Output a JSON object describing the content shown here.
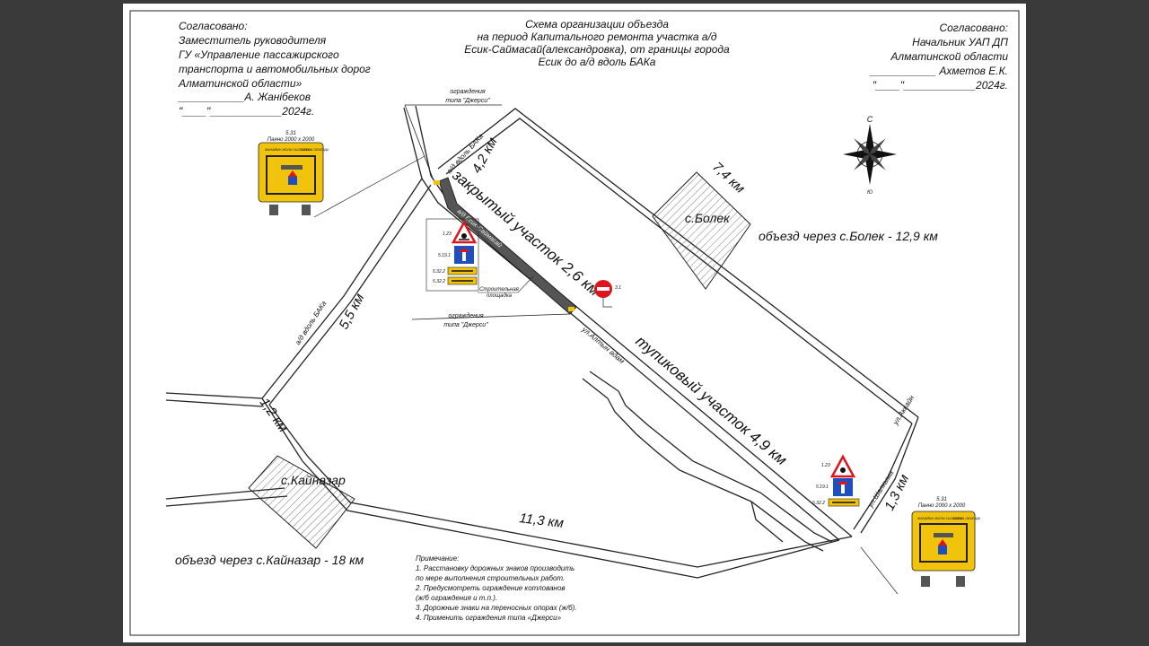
{
  "title": {
    "line1": "Схема организации объезда",
    "line2": "на период Капитального ремонта участка а/д",
    "line3": "Есик-Саймасай(александровка), от границы города",
    "line4": "Есик до а/д вдоль БАКа"
  },
  "approval_left": {
    "line1": "Согласовано:",
    "line2": "Заместитель руководителя",
    "line3": "ГУ «Управление пассажирского",
    "line4": "транспорта и автомобильных дорог",
    "line5": "Алматинской области»",
    "line6": "___________А. Жанібеков",
    "line7": "\"____\"____________2024г."
  },
  "approval_right": {
    "line1": "Согласовано:",
    "line2": "Начальник УАП ДП",
    "line3": "Алматинской области",
    "line4": "___________  Ахметов Е.К.",
    "line5": "\"____\"____________2024г."
  },
  "compass": {
    "north": "С",
    "south": "Ю"
  },
  "roads": {
    "bak_upper": "а/д вдоль БАКа",
    "bak_left": "а/д вдоль БАКа",
    "altyn_adam": "ул.Алтын адам",
    "akkayn": "ул.Аккайн",
    "shalkyma": "ул.Шалкыма",
    "esik_saimasai": "а/д Есик-Саймасай"
  },
  "distances": {
    "d42": "4,2 км",
    "d74": "7,4 км",
    "d55": "5,5 км",
    "d12": "1,2 км",
    "d113": "11,3 км",
    "d13": "1,3 км"
  },
  "segments": {
    "closed": "закрытый участок 2,6 км",
    "deadend": "тупиковый участок 4,9 км"
  },
  "villages": {
    "bolek": "с.Болек",
    "kainazar": "с.Кайназар"
  },
  "detours": {
    "bolek": "объезд через с.Болек - 12,9 км",
    "kainazar": "объезд через с.Кайназар - 18 км"
  },
  "barriers": {
    "top_line1": "ограждения",
    "top_line2": "типа \"Джерси\"",
    "mid_line1": "ограждения",
    "mid_line2": "типа \"Джерси\""
  },
  "site": {
    "line1": "Строительная",
    "line2": "площадка"
  },
  "signs": {
    "s123": "1.23",
    "s5191": "5.19.1",
    "s5322a": "5.32.2",
    "s5322b": "5.32.2",
    "s31": "3.1",
    "r123": "1.23",
    "r5191": "5.19.1",
    "r5322": "5.32.2"
  },
  "panels": {
    "left_code": "5.31",
    "left_size": "Панно 2000 х 2000",
    "left_from": "ЖАНАЙЫН ЖОЛЫ СЫЗБАСЫ",
    "left_to": "СХЕМА ОБЪЕЗДА",
    "right_code": "5.31",
    "right_size": "Панно 2000 х 2000",
    "right_from": "ЖАНАЙЫН ЖОЛЫ СЫЗБАСЫ",
    "right_to": "СХЕМА ОБЪЕЗДА"
  },
  "notes": {
    "header": "Примечание:",
    "n1a": "1. Расстановку дорожных знаков производить",
    "n1b": "по мере выполнения строительных работ.",
    "n2a": "2. Предусмотреть ограждение котлованов",
    "n2b": "(ж/б ограждения и т.п.).",
    "n3": "3. Дорожные знаки на переносных опорах (ж/б).",
    "n4": "4. Применить ограждения типа «Джерси»"
  },
  "colors": {
    "sign_yellow": "#f2c30c",
    "sign_red": "#e0141c",
    "sign_blue": "#1f4fbf",
    "closed_road": "#555555",
    "background": "#3a3a3a"
  }
}
